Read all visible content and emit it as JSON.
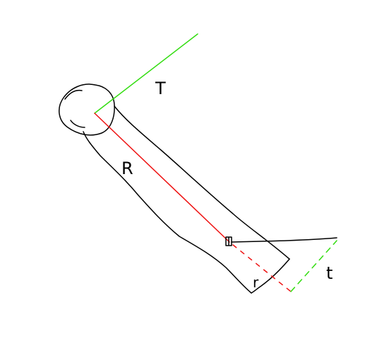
{
  "labels": {
    "big_t": "T",
    "big_r": "R",
    "small_r": "r",
    "small_t": "t"
  },
  "colors": {
    "ink": "#000000",
    "big_t_line": "#33dd11",
    "big_r_line": "#ee1111",
    "small_r_line": "#ee1111",
    "small_t_line": "#33dd11"
  }
}
